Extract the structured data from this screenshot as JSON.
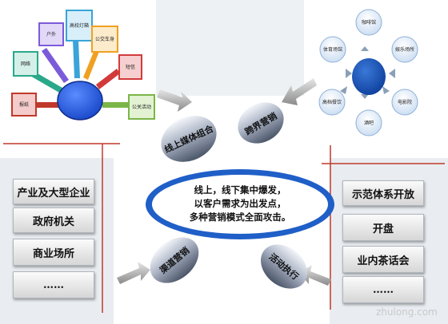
{
  "left_node_labels": {
    "n1": "户外",
    "n2": "高校灯箱",
    "n3": "公交车身",
    "n4": "网络",
    "n5": "报纸",
    "n6": "短信",
    "n7": "公关活动"
  },
  "right_node_labels": {
    "n1": "咖啡馆",
    "n2": "体育场馆",
    "n3": "娱乐场所",
    "n4": "高档餐饮",
    "n5": "电影院",
    "n6": "酒吧"
  },
  "left_list": [
    "产业及大型企业",
    "政府机关",
    "商业场所",
    "……"
  ],
  "right_list": [
    "示范体系开放",
    "开盘",
    "业内茶话会",
    "……"
  ],
  "center": {
    "line1": "线上，线下集中爆发，",
    "line2": "以客户需求为出发点，",
    "line3": "多种营销模式全面攻击。"
  },
  "ellipses": {
    "online_media": "线上媒体组合",
    "crossover": "跨界营销",
    "channel": "渠道营销",
    "activity": "活动执行"
  },
  "watermark": "zhulong.com",
  "colors": {
    "hub": "#2a63e4",
    "accent_red": "#c0392b",
    "panel": "#e9edf1"
  }
}
